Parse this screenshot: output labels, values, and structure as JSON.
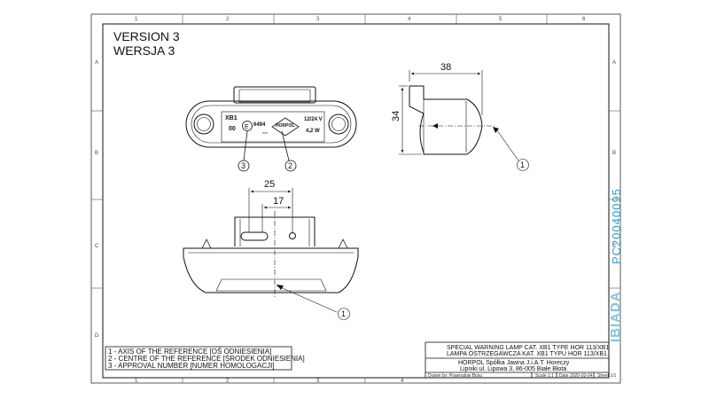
{
  "version_title": "VERSION 3",
  "version_title_pl": "WERSJA 3",
  "zones": {
    "columns": [
      "1",
      "2",
      "3",
      "4",
      "5",
      "6"
    ],
    "rows": [
      "A",
      "B",
      "C",
      "D"
    ]
  },
  "dimensions": {
    "width_38": "38",
    "height_34": "34",
    "width_25": "25",
    "width_17": "17"
  },
  "callouts": {
    "c1": "1",
    "c2": "2",
    "c3": "3"
  },
  "lamp_marking": {
    "model": "XB1",
    "code": "00",
    "approval": "6494",
    "brand": "HORPOL",
    "voltage": "12/24 V",
    "power": "4,2 W"
  },
  "legend": [
    "1 - AXIS OF THE REFERENCE [OŚ ODNIESIENIA]",
    "2 - CENTRE OF THE REFERENCE [ŚRODEK ODNIESIENIA]",
    "3 - APPROVAL NUMBER [NUMER HOMOLOGACJI]"
  ],
  "title_block": {
    "line1": "SPECIAL WARNING LAMP CAT. XB1 TYPE HOR 113/XB1",
    "line2": "LAMPA OSTRZEGAWCZA KAT. XB1 TYPU HOR 113/XB1",
    "company": "HORPOL Spółka Jawna  J.i.A.T. Horeczy",
    "address": "Lipniki ul. Lipowa 3, 86-005 Białe Błota",
    "drawn_by": "Drawn by: Prawnalow Bosu",
    "scale": "Scale 1:1",
    "date": "Date 2020-03-04",
    "sheet": "Sheet 1/1"
  },
  "watermark": {
    "code": "PC20040095",
    "logo": "IBIADA"
  }
}
